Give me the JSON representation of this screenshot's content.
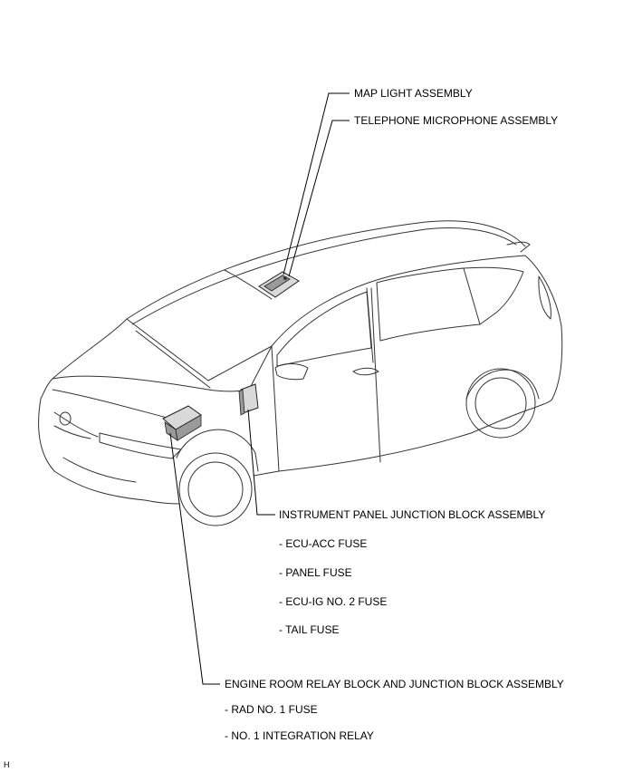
{
  "callouts": {
    "map_light": "MAP LIGHT ASSEMBLY",
    "telephone_microphone": "TELEPHONE MICROPHONE ASSEMBLY",
    "instrument_panel_jb": {
      "title": "INSTRUMENT PANEL JUNCTION BLOCK ASSEMBLY",
      "items": [
        "- ECU-ACC FUSE",
        "- PANEL FUSE",
        "- ECU-IG NO. 2 FUSE",
        "- TAIL FUSE"
      ]
    },
    "engine_room_rb": {
      "title": "ENGINE ROOM RELAY BLOCK AND JUNCTION BLOCK ASSEMBLY",
      "items": [
        "- RAD NO. 1 FUSE",
        "- NO. 1 INTEGRATION RELAY"
      ]
    }
  },
  "corner_mark": "H"
}
